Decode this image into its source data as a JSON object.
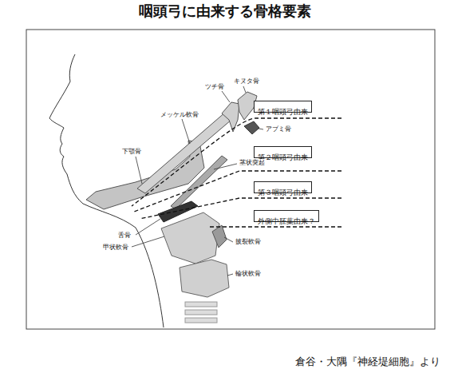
{
  "diagram": {
    "title": "咽頭弓に由来する骨格要素",
    "caption": "倉谷・大隅『神経堤細胞』より",
    "nodes": [
      {
        "text": [
          "第１咽頭弓由来"
        ]
      },
      {
        "text": [
          "第２咽頭弓由来"
        ]
      },
      {
        "text": [
          "第３咽頭弓由来"
        ]
      },
      {
        "text": [
          "外側中胚葉由来？"
        ]
      }
    ],
    "labels": [
      "ツチ骨",
      "キヌタ骨",
      "メッケル軟骨",
      "アブミ骨",
      "下顎骨",
      "茎状突起",
      "舌骨",
      "甲状軟骨",
      "披裂軟骨",
      "輪状軟骨"
    ]
  }
}
